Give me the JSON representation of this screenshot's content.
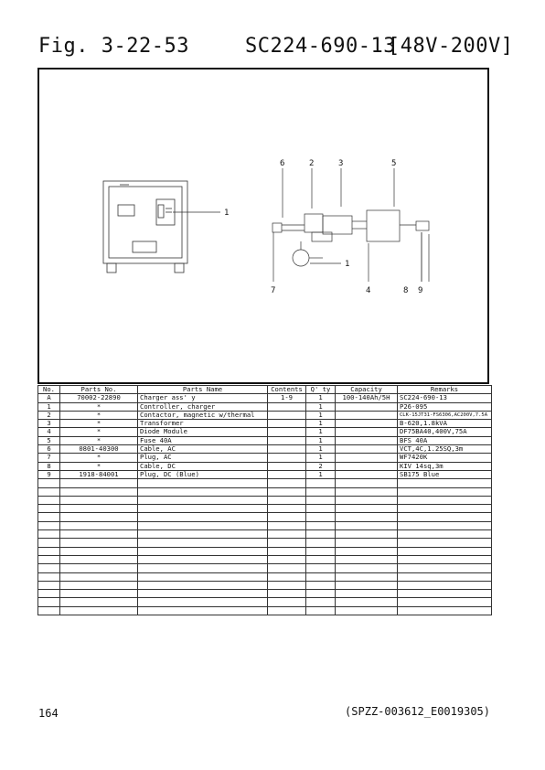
{
  "header": {
    "figure": "Fig. 3-22-53",
    "model": "SC224-690-13",
    "voltage": "[48V-200V]"
  },
  "diagram": {
    "callouts": [
      "1",
      "6",
      "2",
      "3",
      "5",
      "1",
      "7",
      "4",
      "8",
      "9"
    ]
  },
  "table": {
    "columns": [
      "No.",
      "Parts No.",
      "Parts Name",
      "Contents",
      "Q' ty",
      "Capacity",
      "Remarks"
    ],
    "rows": [
      [
        "A",
        "70002-22890",
        "Charger ass' y",
        "1-9",
        "1",
        "100-140Ah/5H",
        "SC224-690-13"
      ],
      [
        "1",
        "*",
        "Controller, charger",
        "",
        "1",
        "",
        "P26-095"
      ],
      [
        "2",
        "*",
        "Contactor, magnetic w/thermal",
        "",
        "1",
        "",
        "CLK-15JT31-FS6306,AC200V,7.5A"
      ],
      [
        "3",
        "*",
        "Transformer",
        "",
        "1",
        "",
        "B-620,1.8kVA"
      ],
      [
        "4",
        "*",
        "Diode Module",
        "",
        "1",
        "",
        "DF75BA40,400V,75A"
      ],
      [
        "5",
        "*",
        "Fuse 40A",
        "",
        "1",
        "",
        "BFS 40A"
      ],
      [
        "6",
        "0801-40300",
        "Cable, AC",
        "",
        "1",
        "",
        "VCT,4C,1.25SQ,3m"
      ],
      [
        "7",
        "*",
        "Plug, AC",
        "",
        "1",
        "",
        "WF7420K"
      ],
      [
        "8",
        "*",
        "Cable, DC",
        "",
        "2",
        "",
        "KIV 14sq,3m"
      ],
      [
        "9",
        "1918-84001",
        "Plug, DC (Blue)",
        "",
        "1",
        "",
        "SB175 Blue"
      ]
    ],
    "empty_rows": 16
  },
  "footer": {
    "page_number": "164",
    "doc_code": "(SPZZ-003612_E0019305)"
  }
}
